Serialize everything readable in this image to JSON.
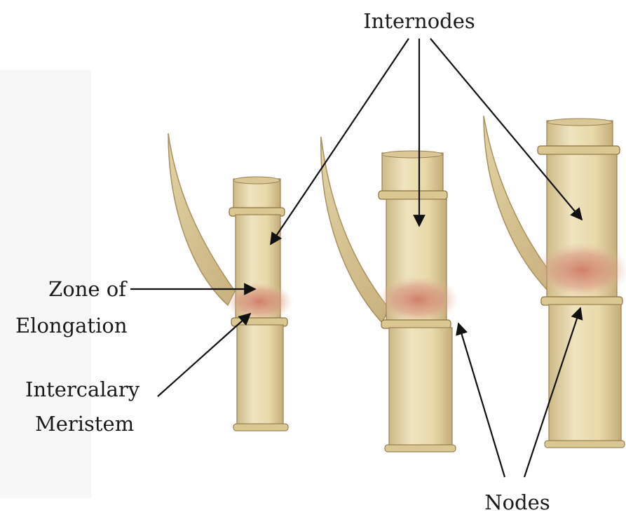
{
  "labels": {
    "internodes": "Internodes",
    "zone_line1": "Zone of",
    "zone_line2": "Elongation",
    "meristem_line1": "Intercalary",
    "meristem_line2": "Meristem",
    "nodes": "Nodes"
  },
  "colors": {
    "stem_fill": "#e9dcb0",
    "stem_shade": "#c9b482",
    "stem_outline": "#8a7040",
    "leaf_fill": "#d6c290",
    "elongation_zone": "#cf7e6a",
    "arrow": "#111111"
  }
}
